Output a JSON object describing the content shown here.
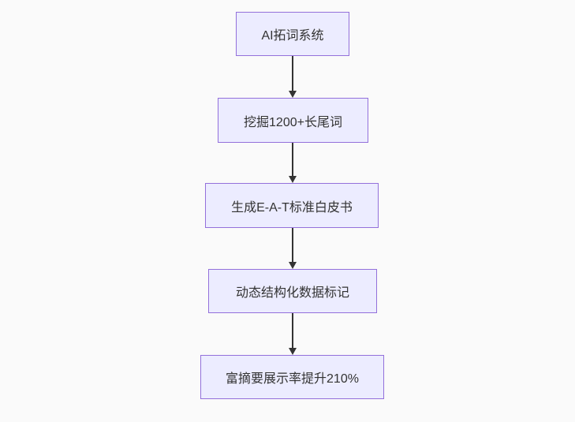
{
  "diagram": {
    "type": "flowchart",
    "direction": "top-down",
    "nodes": [
      {
        "id": "n1",
        "label": "AI拓词系统"
      },
      {
        "id": "n2",
        "label": "挖掘1200+长尾词"
      },
      {
        "id": "n3",
        "label": "生成E-A-T标准白皮书"
      },
      {
        "id": "n4",
        "label": "动态结构化数据标记"
      },
      {
        "id": "n5",
        "label": "富摘要展示率提升210%"
      }
    ],
    "edges": [
      {
        "from": "n1",
        "to": "n2",
        "style": "arrow-down"
      },
      {
        "from": "n2",
        "to": "n3",
        "style": "arrow-down"
      },
      {
        "from": "n3",
        "to": "n4",
        "style": "arrow-down"
      },
      {
        "from": "n4",
        "to": "n5",
        "style": "arrow-down"
      }
    ],
    "colors": {
      "node_fill": "#ececff",
      "node_border": "#9370db",
      "text": "#333333",
      "arrow": "#333333",
      "background": "#fafafa"
    }
  }
}
